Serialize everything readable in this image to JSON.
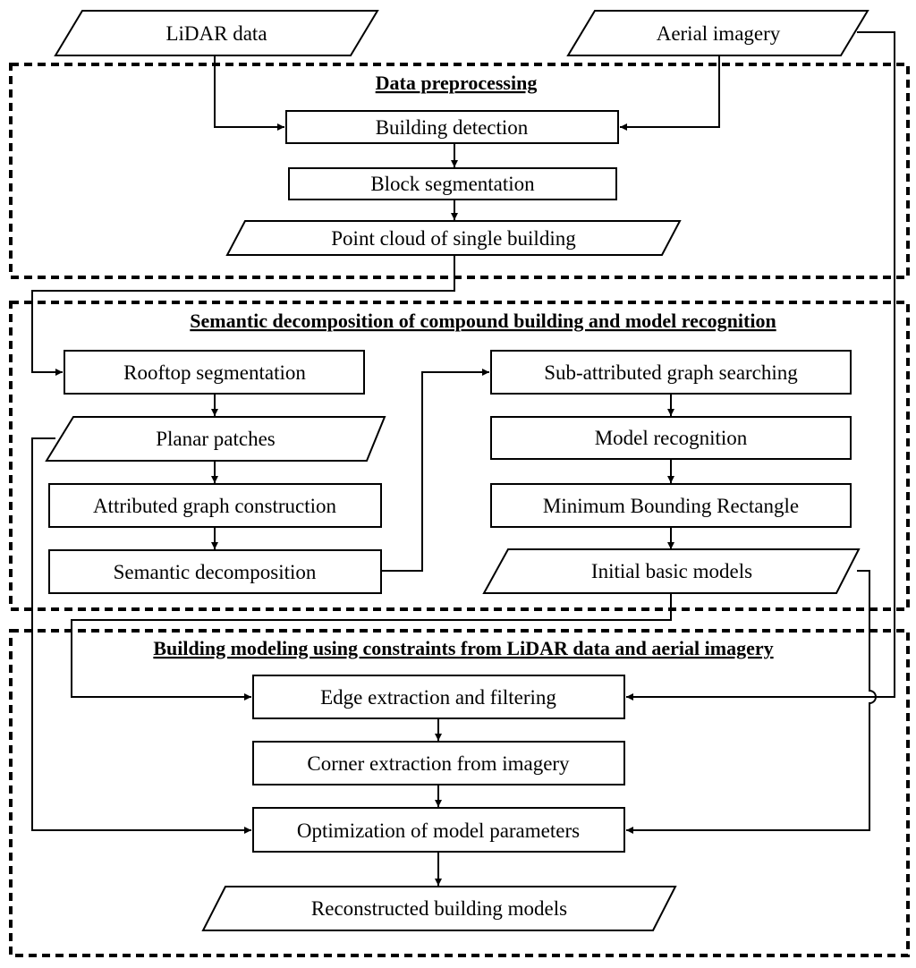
{
  "groups": {
    "preprocessing": {
      "title": "Data preprocessing"
    },
    "decomposition": {
      "title": "Semantic decomposition of compound building  and model recognition"
    },
    "modeling": {
      "title": "Building modeling using constraints from LiDAR data and aerial imagery"
    }
  },
  "nodes": {
    "lidar_data": "LiDAR data",
    "aerial_imagery": "Aerial imagery",
    "building_detection": "Building detection",
    "block_segmentation": "Block segmentation",
    "point_cloud": "Point cloud of single building",
    "rooftop_segmentation": "Rooftop segmentation",
    "planar_patches": "Planar patches",
    "attributed_graph": "Attributed graph construction",
    "semantic_decomposition": "Semantic decomposition",
    "subgraph_searching": "Sub-attributed graph searching",
    "model_recognition": "Model recognition",
    "min_bounding_rect": "Minimum Bounding Rectangle",
    "initial_models": "Initial basic models",
    "edge_extraction": "Edge extraction and filtering",
    "corner_extraction": "Corner extraction from imagery",
    "optimization": "Optimization of model parameters",
    "reconstructed_models": "Reconstructed building models"
  },
  "colors": {
    "stroke": "#000000",
    "background": "#ffffff"
  }
}
